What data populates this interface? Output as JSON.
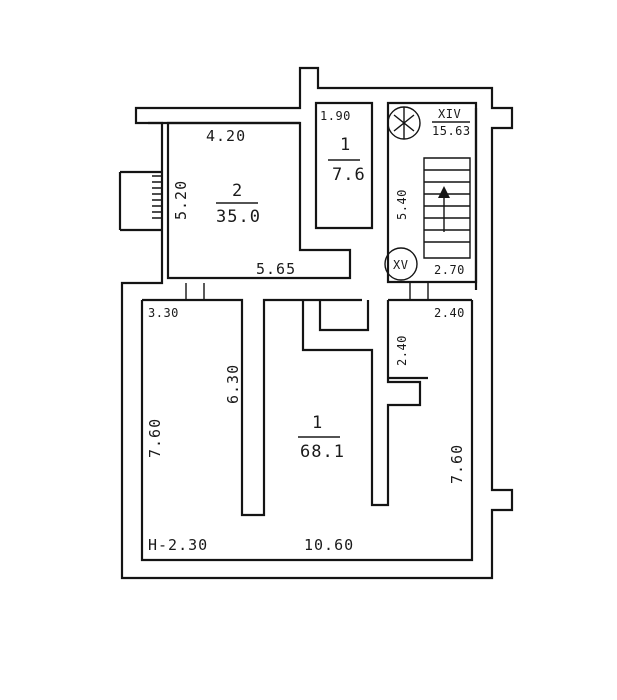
{
  "rooms": {
    "room_2": {
      "number": "2",
      "area": "35.0"
    },
    "room_1_small": {
      "number": "1",
      "area": "7.6"
    },
    "room_1_main": {
      "number": "1",
      "area": "68.1"
    },
    "stair_room": {
      "number": "XIV",
      "area": "15.63"
    }
  },
  "stairs": {
    "lower_marker": "XV"
  },
  "dimensions": {
    "d_420": "4.20",
    "d_520": "5.20",
    "d_565": "5.65",
    "d_190": "1.90",
    "d_540": "5.40",
    "d_270": "2.70",
    "d_240_top": "2.40",
    "d_240_side": "2.40",
    "d_330": "3.30",
    "d_630": "6.30",
    "d_760_left": "7.60",
    "d_760_right": "7.60",
    "d_1060": "10.60",
    "height": "H-2.30"
  }
}
